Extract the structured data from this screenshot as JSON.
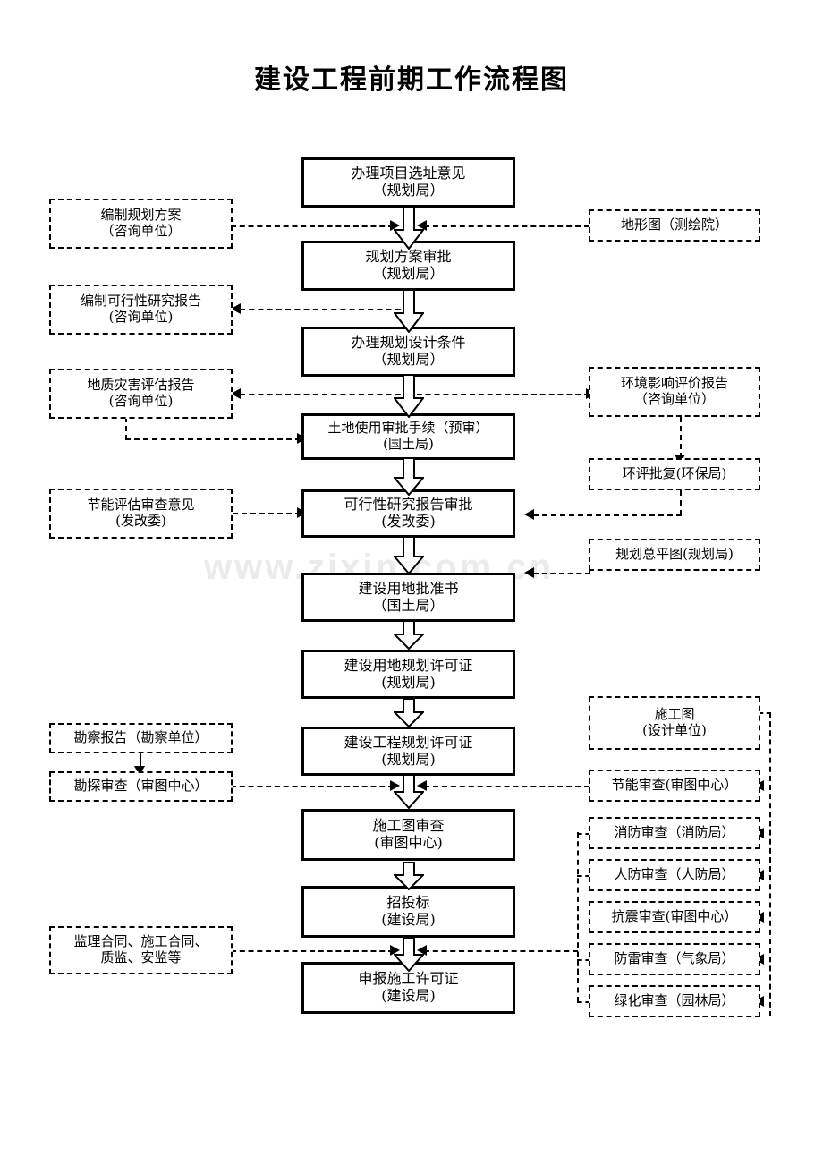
{
  "title": "建设工程前期工作流程图",
  "watermark": "www.zixin.com.cn",
  "main_flow": [
    {
      "id": "site-selection",
      "l1": "办理项目选址意见",
      "l2": "（规划局）"
    },
    {
      "id": "plan-approval",
      "l1": "规划方案审批",
      "l2": "（规划局）"
    },
    {
      "id": "design-conditions",
      "l1": "办理规划设计条件",
      "l2": "（规划局）"
    },
    {
      "id": "land-use-approval",
      "l1": "土地使用审批手续（预审）",
      "l2": "(国土局)"
    },
    {
      "id": "feasibility-approval",
      "l1": "可行性研究报告审批",
      "l2": "(发改委)"
    },
    {
      "id": "land-approval-cert",
      "l1": "建设用地批准书",
      "l2": "（国土局）"
    },
    {
      "id": "land-planning-permit",
      "l1": "建设用地规划许可证",
      "l2": "(规划局)"
    },
    {
      "id": "project-planning-permit",
      "l1": "建设工程规划许可证",
      "l2": "(规划局)"
    },
    {
      "id": "drawing-review",
      "l1": "施工图审查",
      "l2": "(审图中心)"
    },
    {
      "id": "bidding",
      "l1": "招投标",
      "l2": "(建设局)"
    },
    {
      "id": "construction-permit",
      "l1": "申报施工许可证",
      "l2": "(建设局)"
    }
  ],
  "left_boxes": [
    {
      "id": "planning-scheme",
      "l1": "编制规划方案",
      "l2": "（咨询单位）"
    },
    {
      "id": "feasibility-report",
      "l1": "编制可行性研究报告",
      "l2": "(咨询单位)"
    },
    {
      "id": "geo-hazard-report",
      "l1": "地质灾害评估报告",
      "l2": "(咨询单位)"
    },
    {
      "id": "energy-assessment",
      "l1": "节能评估审查意见",
      "l2": "(发改委)"
    },
    {
      "id": "survey-report",
      "l1": "勘察报告（勘察单位）",
      "l2": ""
    },
    {
      "id": "survey-review",
      "l1": "勘探审查（审图中心）",
      "l2": ""
    },
    {
      "id": "contracts",
      "l1": "监理合同、施工合同、",
      "l2": "质监、安监等"
    }
  ],
  "right_boxes": [
    {
      "id": "topographic-map",
      "l1": "地形图（测绘院）",
      "l2": ""
    },
    {
      "id": "eia-report",
      "l1": "环境影响评价报告",
      "l2": "（咨询单位）"
    },
    {
      "id": "eia-reply",
      "l1": "环评批复(环保局)",
      "l2": ""
    },
    {
      "id": "site-plan",
      "l1": "规划总平图(规划局)",
      "l2": ""
    },
    {
      "id": "construction-dwg",
      "l1": "施工图",
      "l2": "(设计单位)"
    },
    {
      "id": "energy-review",
      "l1": "节能审查(审图中心）",
      "l2": ""
    },
    {
      "id": "fire-review",
      "l1": "消防审查（消防局）",
      "l2": ""
    },
    {
      "id": "civil-air-review",
      "l1": "人防审查（人防局）",
      "l2": ""
    },
    {
      "id": "seismic-review",
      "l1": "抗震审查(审图中心）",
      "l2": ""
    },
    {
      "id": "lightning-review",
      "l1": "防雷审查（气象局）",
      "l2": ""
    },
    {
      "id": "greening-review",
      "l1": "绿化审查（园林局）",
      "l2": ""
    }
  ],
  "colors": {
    "ink": "#000000",
    "paper": "#ffffff",
    "watermark": "#ebebeb"
  }
}
